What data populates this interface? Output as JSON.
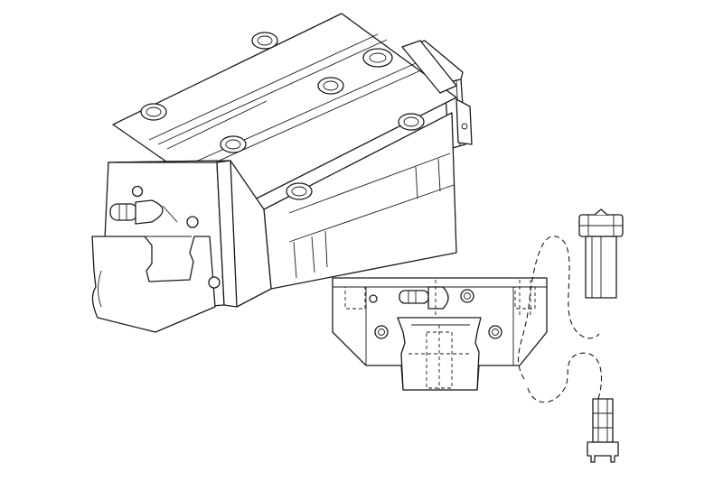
{
  "diagram": {
    "style": "line-art",
    "stroke_color": "#1a1a1a",
    "background_color": "#ffffff",
    "parts": [
      {
        "id": "carriage-block",
        "icon": "linear-guide-carriage-isometric"
      },
      {
        "id": "end-view",
        "icon": "carriage-front-view"
      },
      {
        "id": "socket-bolt",
        "icon": "hex-socket-bolt"
      },
      {
        "id": "set-screw",
        "icon": "set-screw"
      }
    ],
    "labels": []
  }
}
